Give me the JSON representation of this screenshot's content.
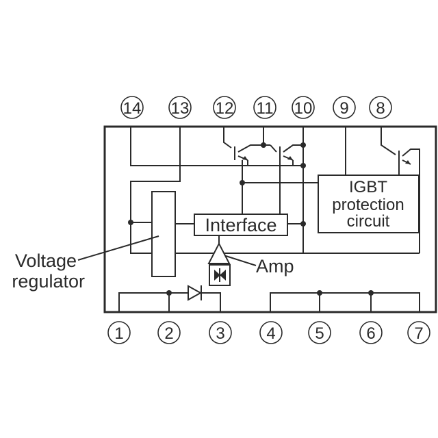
{
  "pins_top": [
    "14",
    "13",
    "12",
    "11",
    "10",
    "9",
    "8"
  ],
  "pins_bottom": [
    "1",
    "2",
    "3",
    "4",
    "5",
    "6",
    "7"
  ],
  "blocks": {
    "interface": "Interface",
    "igbt_line1": "IGBT",
    "igbt_line2": "protection",
    "igbt_line3": "circuit"
  },
  "callouts": {
    "voltage_line1": "Voltage",
    "voltage_line2": "regulator",
    "amp": "Amp"
  },
  "colors": {
    "ink": "#2a2a2a",
    "background": "#ffffff"
  }
}
